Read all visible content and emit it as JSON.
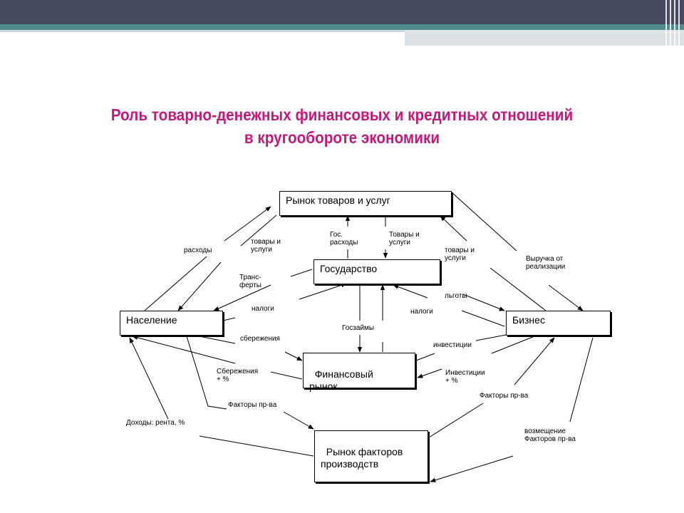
{
  "title": {
    "line1": "Роль товарно-денежных финансовых и кредитных отношений",
    "line2": "в кругообороте экономики"
  },
  "nodes": {
    "goods_market": "Рынок товаров и услуг",
    "state": "Государство",
    "population": "Население",
    "business": "Бизнес",
    "financial_market": "Финансовый\nрынок",
    "factor_market": "Рынок факторов\nпроизводств"
  },
  "labels": {
    "expenses": "расходы",
    "goods_services_pop": "товары и\nуслуги",
    "gov_expenses": "Гос.\nрасходы",
    "goods_services_state": "Товары и\nуслуги",
    "goods_services_bus": "товары и\nуслуги",
    "revenue": "Выручка от\nреализации",
    "transfers": "Транс-\nферты",
    "taxes_pop": "налоги",
    "benefits": "льготы",
    "taxes_bus": "налоги",
    "savings": "сбережения",
    "gov_loans": "Госзаймы",
    "investments": "инвестиции",
    "savings_pct": "Сбережения\n+ %",
    "investments_pct": "Инвестиции\n+ %",
    "factors_pop": "Факторы пр-ва",
    "factors_bus": "Факторы пр-ва",
    "income": "Доходы: рента, %",
    "reimbursement": "возмещение\nФакторов пр-ва"
  }
}
